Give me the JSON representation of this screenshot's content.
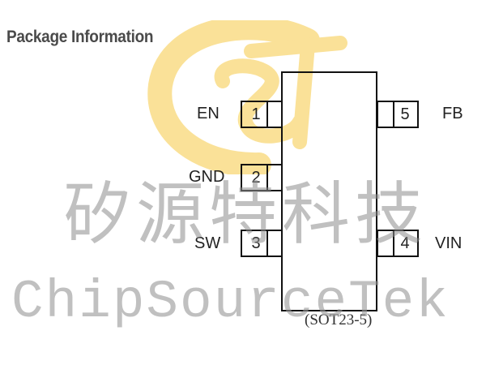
{
  "title": "Package Information",
  "package": "(SOT23-5)",
  "pins": [
    {
      "number": "1",
      "label": "EN"
    },
    {
      "number": "2",
      "label": "GND"
    },
    {
      "number": "3",
      "label": "SW"
    },
    {
      "number": "4",
      "label": "VIN"
    },
    {
      "number": "5",
      "label": "FB"
    }
  ],
  "watermark": {
    "chinese": "矽源特科技",
    "english": "ChipSourceTek"
  },
  "colors": {
    "logo": "#f6c944",
    "outline": "#111111",
    "watermark": "#8c8c8c"
  }
}
